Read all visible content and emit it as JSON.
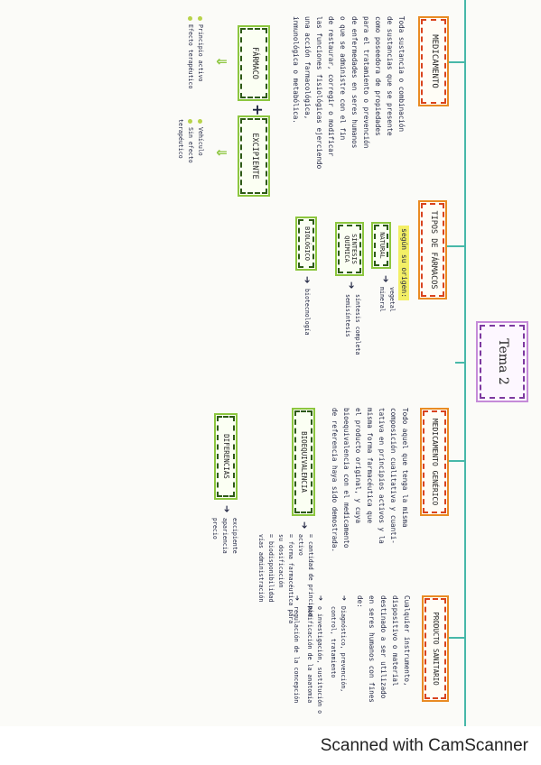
{
  "title": "Tema 2",
  "medicamento": {
    "heading": "MEDICAMENTO",
    "definition": [
      "Toda sustancia o combinación",
      "de sustancias que se presente",
      "como poseedora de propiedades",
      "para el tratamiento o prevención",
      "de enfermedades en seres humanos",
      "o que se administre con el fin",
      "de restaurar, corregir o modificar",
      "las funciones fisiológicas ejerciendo",
      "una acción farmacológica,",
      "inmunológica o metabólica."
    ],
    "formula": {
      "farmaco": "FÁRMACO",
      "plus": "+",
      "excipiente": "EXCIPIENTE",
      "farmaco_points": [
        "Principio activo",
        "Efecto terapéutico"
      ],
      "excipiente_points": [
        "Vehículo",
        "Sin efecto terapéutico"
      ]
    }
  },
  "tipos": {
    "heading": "TIPOS DE FÁRMACOS",
    "segun": "según su origen:",
    "natural": {
      "label": "NATURAL",
      "items": [
        "vegetal",
        "mineral"
      ]
    },
    "sintesis": {
      "label": "SÍNTESIS QUÍMICA",
      "items": [
        "síntesis completa",
        "semisíntesis"
      ]
    },
    "biologico": {
      "label": "BIOLÓGICO",
      "items": [
        "biotecnología"
      ]
    }
  },
  "generico": {
    "heading": "MEDICAMENTO GENÉRICO",
    "definition": [
      "Todo aquel que tenga la misma",
      "composición cualitativa y cuanti-",
      "tativa en principios activos y la",
      "misma forma farmacéutica que",
      "el producto original, y cuya",
      "bioequivalencia con el medicamento",
      "de referencia haya sido demostrada."
    ],
    "bioequivalencia": {
      "label": "BIOEQUIVALENCIA",
      "items": [
        "= cantidad de principio activo",
        "= forma farmacéutica para su dosificación",
        "= biodisponibilidad",
        "vías administración"
      ]
    },
    "diferencias": {
      "label": "DIFERENCIAS",
      "items": [
        "excipiente",
        "apariencia",
        "precio"
      ]
    }
  },
  "sanitario": {
    "heading": "PRODUCTO SANITARIO",
    "definition": [
      "Cualquier instrumento,",
      "dispositivo o material",
      "destinado a ser utilizado",
      "en seres humanos con fines",
      "de:"
    ],
    "items": [
      "Diagnóstico, prevención, control, tratamiento",
      "o investigación, sustitución o modificación de la anatomía",
      "regulación de la concepción"
    ]
  },
  "footer": {
    "text": "Scanned with CamScanner"
  }
}
